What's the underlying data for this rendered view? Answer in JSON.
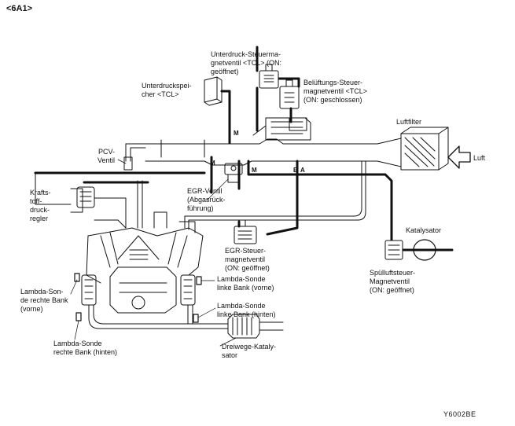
{
  "header": {
    "code": "<6A1>"
  },
  "labels": {
    "unterdruck_steuermagnetventil": "Unterdruck-Steuerma-\ngnetventil <TCL> (ON:\ngeöffnet)",
    "unterdruckspeicher": "Unterdruckspei-\ncher <TCL>",
    "belueftungs_steuermagnetventil": "Belüftungs-Steuer-\nmagnetventil <TCL>\n(ON: geschlossen)",
    "luftfilter": "Luftfilter",
    "luft": "Luft",
    "pcv_ventil": "PCV-\nVentil",
    "kraftstoffdruckregler": "Krafts-\ntoff-\ndruck-\nregler",
    "egr_ventil": "EGR-Ventil\n(Abgasrück-\nführung)",
    "katalysator": "Katalysator",
    "egr_steuermagnetventil": "EGR-Steuer-\nmagnetventil\n(ON: geöffnet)",
    "spuelluftsteuer_magnetventil": "Spülluftsteuer-\nMagnetventil\n(ON: geöffnet)",
    "lambda_rechts_vorne": "Lambda-Son-\nde rechte Bank\n(vorne)",
    "lambda_links_vorne": "Lambda-Sonde\nlinke Bank (vorne)",
    "lambda_links_hinten": "Lambda-Sonde\nlinke Bank (hinten)",
    "lambda_rechts_hinten": "Lambda-Sonde\nrechte Bank (hinten)",
    "dreiwege_katalysator": "Dreiwege-Kataly-\nsator",
    "figure_id": "Y6002BE"
  },
  "tags": {
    "m": "M",
    "e": "E",
    "a": "A"
  }
}
